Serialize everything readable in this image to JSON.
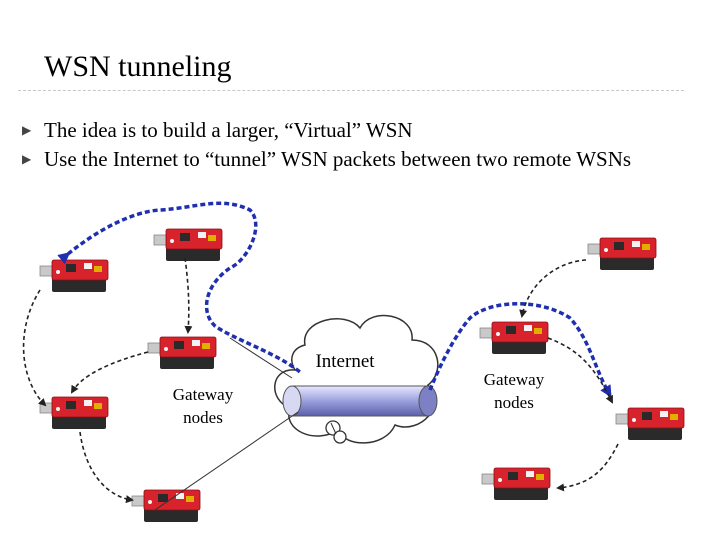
{
  "slide": {
    "title": "WSN tunneling",
    "bullets": [
      "The idea is to build a larger, “Virtual” WSN",
      "Use the Internet to “tunnel” WSN packets between two remote WSNs"
    ]
  },
  "diagram": {
    "cloud_label": "Internet",
    "gateway_left_label": "Gateway\nnodes",
    "gateway_right_label": "Gateway\nnodes"
  },
  "colors": {
    "node_board": "#d8222c",
    "node_base": "#2a2a2a",
    "tunnel_link": "#1f2fb0",
    "local_link": "#222222"
  }
}
